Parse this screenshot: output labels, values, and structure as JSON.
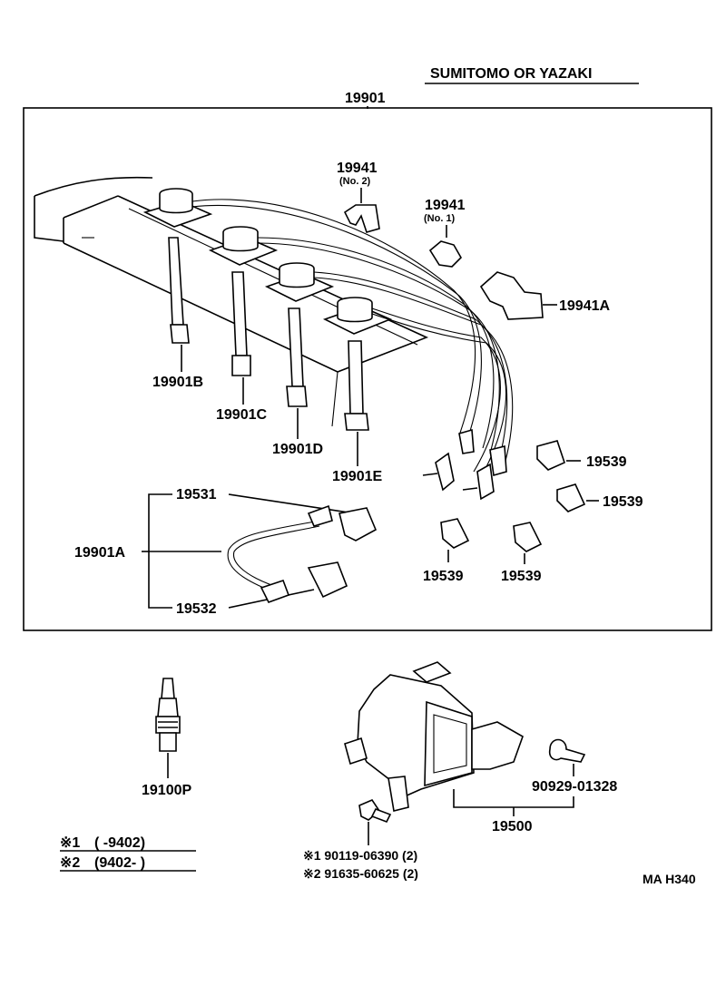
{
  "header": {
    "supplier": "SUMITOMO OR YAZAKI",
    "assembly": "19901"
  },
  "callouts": {
    "clamp_no2_num": "19941",
    "clamp_no2_sub": "(No. 2)",
    "clamp_no1_num": "19941",
    "clamp_no1_sub": "(No. 1)",
    "clamp_a": "19941A",
    "cord_b": "19901B",
    "cord_c": "19901C",
    "cord_d": "19901D",
    "cord_e": "19901E",
    "boot_1": "19539",
    "boot_2": "19539",
    "boot_3": "19539",
    "boot_4": "19539",
    "coil_cord_a": "19901A",
    "cap_531": "19531",
    "cap_532": "19532",
    "spark_plug": "19100P",
    "ignition_coil": "19500",
    "coil_clamp": "90929-01328"
  },
  "notes": {
    "note1_mark": "※1",
    "note1_text": "(        -9402)",
    "note2_mark": "※2",
    "note2_text": "(9402-        )",
    "bolt1": "※1 90119-06390 (2)",
    "bolt2": "※2 91635-60625 (2)"
  },
  "footer": {
    "code": "MA H340"
  }
}
